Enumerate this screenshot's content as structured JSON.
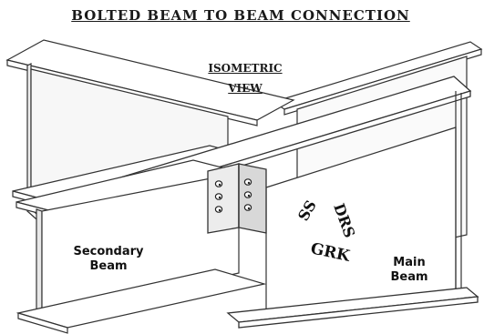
{
  "title": "BOLTED BEAM TO BEAM CONNECTION",
  "view_label": [
    "ISOMETRIC",
    "VIEW"
  ],
  "labels": {
    "secondary_beam": [
      "Secondary",
      "Beam"
    ],
    "main_beam": [
      "Main",
      "Beam"
    ]
  },
  "stamp": [
    "SS",
    "DRS",
    "GRK"
  ],
  "bolts_per_column": 3,
  "bolt_columns": 2
}
